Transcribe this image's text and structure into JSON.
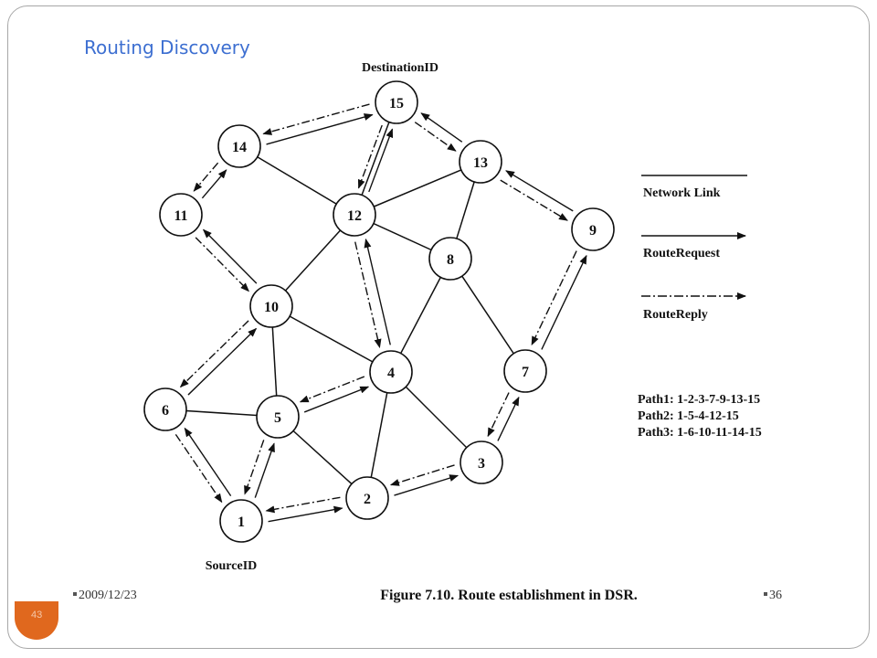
{
  "slide": {
    "title": "Routing Discovery",
    "page_badge_number": "43"
  },
  "figure": {
    "destination_label": "DestinationID",
    "source_label": "SourceID",
    "caption": "Figure 7.10. Route establishment in DSR.",
    "footer_date": "2009/12/23",
    "footer_page": "36",
    "nodes": [
      "1",
      "2",
      "3",
      "4",
      "5",
      "6",
      "7",
      "8",
      "9",
      "10",
      "11",
      "12",
      "13",
      "14",
      "15"
    ],
    "network_links": [
      [
        "14",
        "12"
      ],
      [
        "15",
        "12"
      ],
      [
        "12",
        "13"
      ],
      [
        "12",
        "8"
      ],
      [
        "12",
        "10"
      ],
      [
        "13",
        "8"
      ],
      [
        "10",
        "5"
      ],
      [
        "10",
        "4"
      ],
      [
        "6",
        "5"
      ],
      [
        "5",
        "2"
      ],
      [
        "8",
        "4"
      ],
      [
        "8",
        "7"
      ],
      [
        "4",
        "2"
      ],
      [
        "4",
        "3"
      ]
    ],
    "legend": {
      "network_link": "Network Link",
      "route_request": "RouteRequest",
      "route_reply": "RouteReply"
    },
    "paths": [
      "Path1: 1-2-3-7-9-13-15",
      "Path2: 1-5-4-12-15",
      "Path3: 1-6-10-11-14-15"
    ],
    "colors": {
      "title": "#3d6fd1",
      "badge": "#e0681e",
      "ink": "#111111"
    }
  }
}
